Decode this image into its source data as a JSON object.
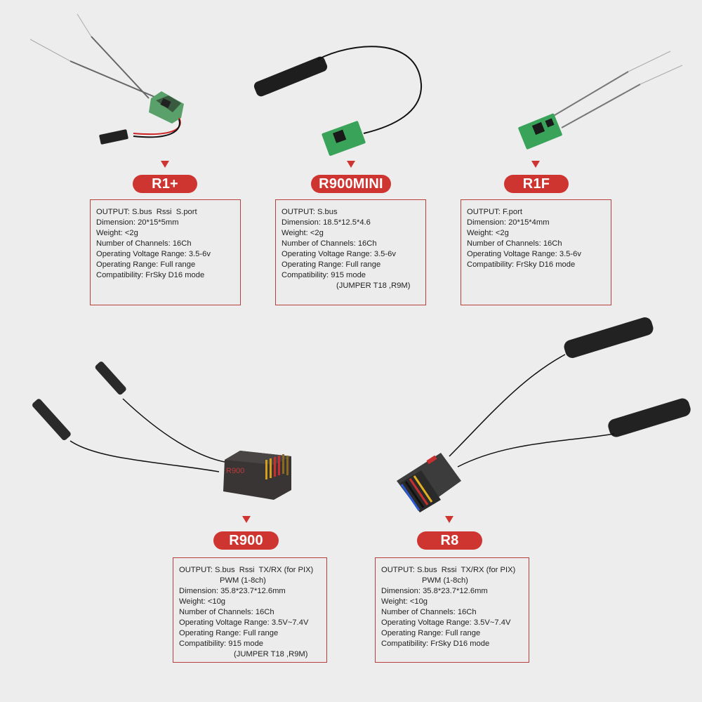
{
  "products": [
    {
      "name": "R1+",
      "specs": [
        "OUTPUT: S.bus  Rssi  S.port",
        "Dimension: 20*15*5mm",
        "Weight: <2g",
        "Number of Channels: 16Ch",
        "Operating Voltage Range: 3.5-6v",
        "Operating Range: Full range",
        "Compatibility: FrSky D16 mode"
      ]
    },
    {
      "name": "R900MINI",
      "specs": [
        "OUTPUT: S.bus",
        "Dimension: 18.5*12.5*4.6",
        "Weight: <2g",
        "Number of Channels: 16Ch",
        "Operating Voltage Range: 3.5-6v",
        "Operating Range: Full range",
        "Compatibility: 915 mode"
      ],
      "specs_continuation": "(JUMPER T18 ,R9M)"
    },
    {
      "name": "R1F",
      "specs": [
        "OUTPUT: F.port",
        "Dimension: 20*15*4mm",
        "Weight: <2g",
        "Number of Channels: 16Ch",
        "Operating Voltage Range: 3.5-6v",
        "Compatibility: FrSky D16 mode"
      ]
    },
    {
      "name": "R900",
      "specs_first": "OUTPUT: S.bus  Rssi  TX/RX (for PIX)",
      "specs_pwm": "PWM (1-8ch)",
      "specs": [
        "Dimension: 35.8*23.7*12.6mm",
        "Weight: <10g",
        "Number of Channels: 16Ch",
        "Operating Voltage Range: 3.5V~7.4V",
        "Operating Range: Full range",
        "Compatibility: 915 mode"
      ],
      "specs_continuation": "(JUMPER T18 ,R9M)"
    },
    {
      "name": "R8",
      "specs_first": "OUTPUT: S.bus  Rssi  TX/RX (for PIX)",
      "specs_pwm": "PWM (1-8ch)",
      "specs": [
        "Dimension: 35.8*23.7*12.6mm",
        "Weight: <10g",
        "Number of Channels: 16Ch",
        "Operating Voltage Range: 3.5V~7.4V",
        "Operating Range: Full range",
        "Compatibility: FrSky D16 mode"
      ]
    }
  ],
  "colors": {
    "accent": "#cf3530",
    "border": "#b8403c",
    "background": "#ededed",
    "pcb": "#3aa35a"
  }
}
